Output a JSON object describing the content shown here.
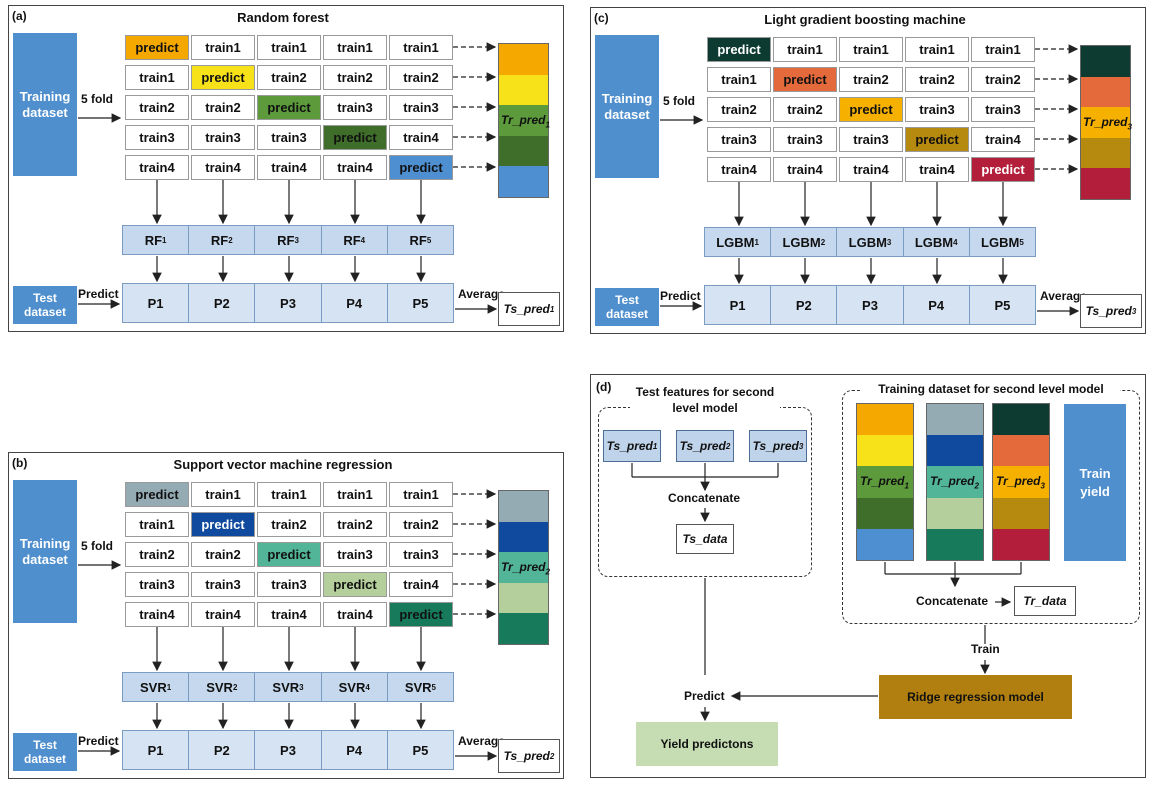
{
  "panels": {
    "a": {
      "tag": "(a)",
      "title": "Random forest",
      "training_label": "Training dataset",
      "fold_label": "5 fold",
      "test_label": "Test dataset",
      "predict_label": "Predict",
      "average_label": "Average",
      "grid": [
        [
          "predict",
          "train1",
          "train1",
          "train1",
          "train1"
        ],
        [
          "train1",
          "predict",
          "train2",
          "train2",
          "train2"
        ],
        [
          "train2",
          "train2",
          "predict",
          "train3",
          "train3"
        ],
        [
          "train3",
          "train3",
          "train3",
          "predict",
          "train4"
        ],
        [
          "train4",
          "train4",
          "train4",
          "train4",
          "predict"
        ]
      ],
      "predict_colors": [
        "#f5a800",
        "#f7e21a",
        "#5c9a3b",
        "#3f6e2a",
        "#4d8fd1"
      ],
      "models": [
        {
          "base": "RF",
          "sub": "1"
        },
        {
          "base": "RF",
          "sub": "2"
        },
        {
          "base": "RF",
          "sub": "3"
        },
        {
          "base": "RF",
          "sub": "4"
        },
        {
          "base": "RF",
          "sub": "5"
        }
      ],
      "preds": [
        "P1",
        "P2",
        "P3",
        "P4",
        "P5"
      ],
      "tr_label": {
        "base": "Tr_pred",
        "sub": "1"
      },
      "ts_label": {
        "base": "Ts_pred",
        "sub": "1"
      }
    },
    "b": {
      "tag": "(b)",
      "title": "Support vector machine regression",
      "training_label": "Training dataset",
      "fold_label": "5 fold",
      "test_label": "Test dataset",
      "predict_label": "Predict",
      "average_label": "Average",
      "grid": [
        [
          "predict",
          "train1",
          "train1",
          "train1",
          "train1"
        ],
        [
          "train1",
          "predict",
          "train2",
          "train2",
          "train2"
        ],
        [
          "train2",
          "train2",
          "predict",
          "train3",
          "train3"
        ],
        [
          "train3",
          "train3",
          "train3",
          "predict",
          "train4"
        ],
        [
          "train4",
          "train4",
          "train4",
          "train4",
          "predict"
        ]
      ],
      "predict_colors": [
        "#95abb3",
        "#0f4a9e",
        "#52b597",
        "#b5cf9c",
        "#167a5b"
      ],
      "models": [
        {
          "base": "SVR",
          "sub": "1"
        },
        {
          "base": "SVR",
          "sub": "2"
        },
        {
          "base": "SVR",
          "sub": "3"
        },
        {
          "base": "SVR",
          "sub": "4"
        },
        {
          "base": "SVR",
          "sub": "5"
        }
      ],
      "preds": [
        "P1",
        "P2",
        "P3",
        "P4",
        "P5"
      ],
      "tr_label": {
        "base": "Tr_pred",
        "sub": "2"
      },
      "ts_label": {
        "base": "Ts_pred",
        "sub": "2"
      }
    },
    "c": {
      "tag": "(c)",
      "title": "Light gradient boosting machine",
      "training_label": "Training dataset",
      "fold_label": "5 fold",
      "test_label": "Test dataset",
      "predict_label": "Predict",
      "average_label": "Average",
      "grid": [
        [
          "predict",
          "train1",
          "train1",
          "train1",
          "train1"
        ],
        [
          "train1",
          "predict",
          "train2",
          "train2",
          "train2"
        ],
        [
          "train2",
          "train2",
          "predict",
          "train3",
          "train3"
        ],
        [
          "train3",
          "train3",
          "train3",
          "predict",
          "train4"
        ],
        [
          "train4",
          "train4",
          "train4",
          "train4",
          "predict"
        ]
      ],
      "predict_colors": [
        "#0d3b32",
        "#e46a3c",
        "#f5b000",
        "#b58a0f",
        "#b31e3a"
      ],
      "models": [
        {
          "base": "LGBM",
          "sub": "1"
        },
        {
          "base": "LGBM",
          "sub": "2"
        },
        {
          "base": "LGBM",
          "sub": "3"
        },
        {
          "base": "LGBM",
          "sub": "4"
        },
        {
          "base": "LGBM",
          "sub": "5"
        }
      ],
      "preds": [
        "P1",
        "P2",
        "P3",
        "P4",
        "P5"
      ],
      "tr_label": {
        "base": "Tr_pred",
        "sub": "3"
      },
      "ts_label": {
        "base": "Ts_pred",
        "sub": "3"
      }
    },
    "d": {
      "tag": "(d)",
      "test_group_title": "Test features for second level model",
      "train_group_title": "Training dataset for second level model",
      "ts_inputs": [
        {
          "base": "Ts_pred",
          "sub": "1"
        },
        {
          "base": "Ts_pred",
          "sub": "2"
        },
        {
          "base": "Ts_pred",
          "sub": "3"
        }
      ],
      "concatenate": "Concatenate",
      "ts_data": "Ts_data",
      "tr_data": "Tr_data",
      "train_yield": "Train yield",
      "train": "Train",
      "predict": "Predict",
      "ridge": "Ridge regression model",
      "yield_pred": "Yield predictons",
      "ridge_color": "#b07f0f",
      "yield_color": "#c6dcb3"
    }
  }
}
